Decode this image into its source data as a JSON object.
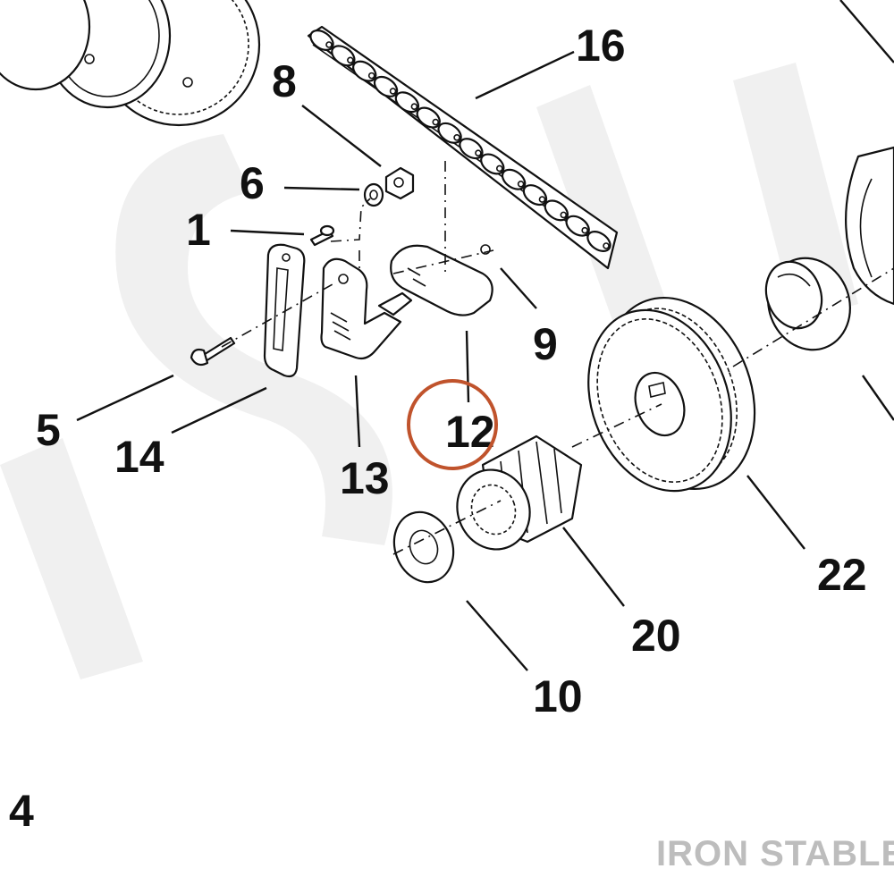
{
  "diagram": {
    "callouts": [
      {
        "id": "c1",
        "label": "1"
      },
      {
        "id": "c4",
        "label": "4"
      },
      {
        "id": "c5",
        "label": "5"
      },
      {
        "id": "c6",
        "label": "6"
      },
      {
        "id": "c8",
        "label": "8"
      },
      {
        "id": "c9",
        "label": "9"
      },
      {
        "id": "c10",
        "label": "10"
      },
      {
        "id": "c12",
        "label": "12"
      },
      {
        "id": "c13",
        "label": "13"
      },
      {
        "id": "c14",
        "label": "14"
      },
      {
        "id": "c16",
        "label": "16"
      },
      {
        "id": "c20",
        "label": "20"
      },
      {
        "id": "c22",
        "label": "22"
      }
    ],
    "highlighted_callout": "12",
    "highlight_color": "#c0532c",
    "brand_text": "IRON STABLE"
  }
}
